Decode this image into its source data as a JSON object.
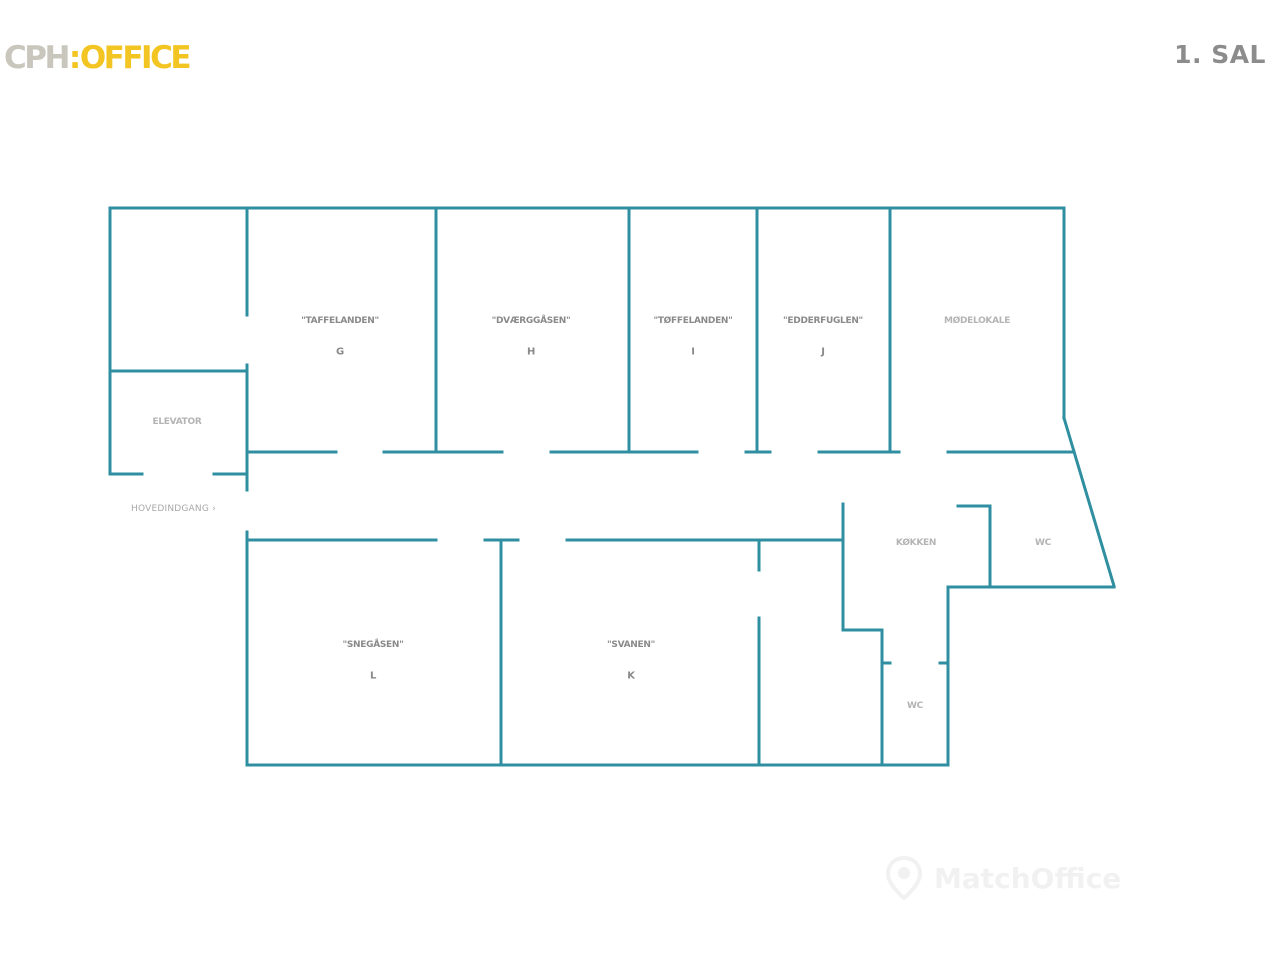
{
  "header": {
    "logo_part1": "CPH",
    "logo_colon": ":",
    "logo_part2": "OFFICE",
    "floor_title": "1. SAL"
  },
  "colors": {
    "wall": "#2f8fa0",
    "logo_grey": "#c9c7bd",
    "logo_yellow": "#f2c522",
    "label_text": "#8a8a8a"
  },
  "rooms": {
    "g": {
      "name": "\"TAFFELANDEN\"",
      "letter": "G"
    },
    "h": {
      "name": "\"DVÆRGGÅSEN\"",
      "letter": "H"
    },
    "i": {
      "name": "\"TØFFELANDEN\"",
      "letter": "I"
    },
    "j": {
      "name": "\"EDDERFUGLEN\"",
      "letter": "J"
    },
    "meeting": {
      "name": "MØDELOKALE"
    },
    "elevator": {
      "name": "ELEVATOR"
    },
    "l": {
      "name": "\"SNEGÅSEN\"",
      "letter": "L"
    },
    "k": {
      "name": "\"SVANEN\"",
      "letter": "K"
    },
    "kitchen": {
      "name": "KØKKEN"
    },
    "wc1": {
      "name": "WC"
    },
    "wc2": {
      "name": "WC"
    }
  },
  "entrance": {
    "label": "HOVEDINDGANG ›"
  },
  "watermark": {
    "text": "MatchOffice"
  }
}
